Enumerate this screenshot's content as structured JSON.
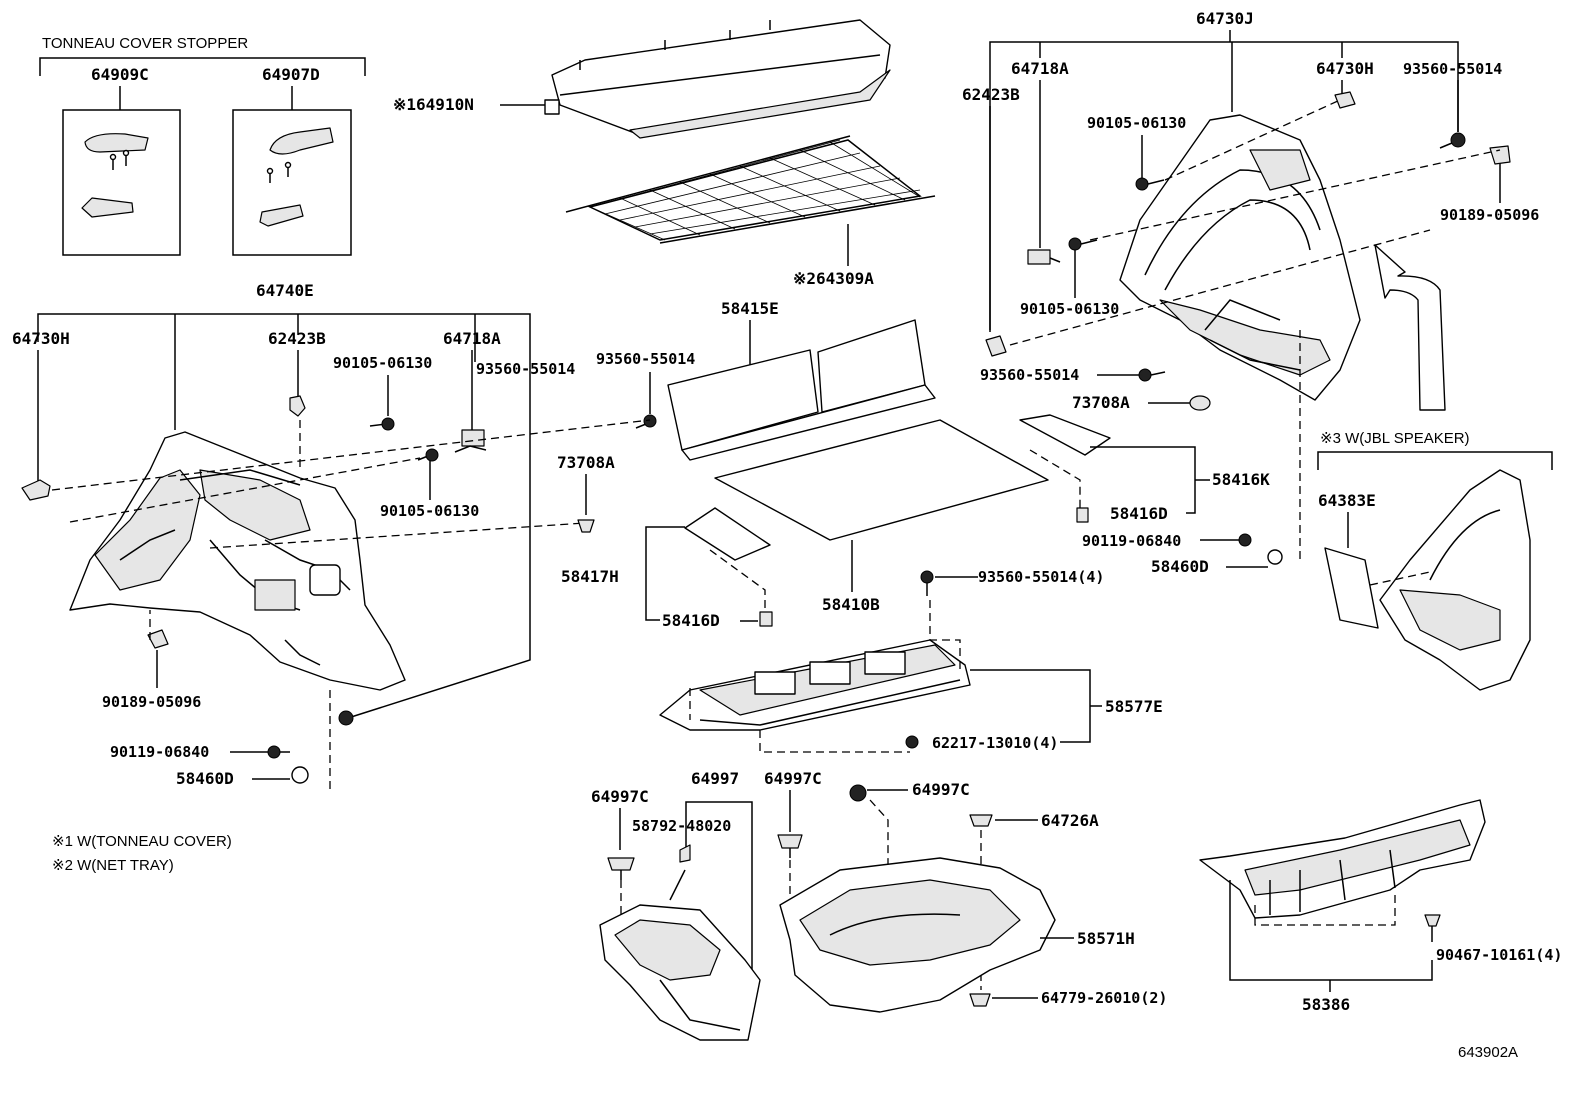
{
  "notes": {
    "tonneau_stopper": "TONNEAU COVER STOPPER",
    "note1": "※1 W(TONNEAU COVER)",
    "note2": "※2 W(NET TRAY)",
    "note3": "※3  W(JBL SPEAKER)",
    "diagram_id": "643902A"
  },
  "labels": {
    "p64909C": "64909C",
    "p64907D": "64907D",
    "p64910N": "※164910N",
    "p64309A": "※264309A",
    "p64740E": "64740E",
    "p64730H_left": "64730H",
    "p62423B_left": "62423B",
    "p64718A_left": "64718A",
    "p90105_l1": "90105-06130",
    "p93560_l1": "93560-55014",
    "p93560_mid": "93560-55014",
    "p90105_l2": "90105-06130",
    "p90189_left": "90189-05096",
    "p90119_left": "90119-06840",
    "p58460D_left": "58460D",
    "p58415E": "58415E",
    "p73708A_mid": "73708A",
    "p58417H": "58417H",
    "p58416D_mid": "58416D",
    "p58410B": "58410B",
    "p64730J": "64730J",
    "p64718A_right": "64718A",
    "p64730H_right": "64730H",
    "p93560_r1": "93560-55014",
    "p62423B_right": "62423B",
    "p90105_r1": "90105-06130",
    "p90105_r2": "90105-06130",
    "p90189_right": "90189-05096",
    "p93560_r2": "93560-55014",
    "p73708A_right": "73708A",
    "p58416K": "58416K",
    "p58416D_right": "58416D",
    "p90119_right": "90119-06840",
    "p58460D_right": "58460D",
    "p64383E": "64383E",
    "p93560_4": "93560-55014(4)",
    "p58577E": "58577E",
    "p62217": "62217-13010(4)",
    "p64997C_a": "64997C",
    "p64997": "64997",
    "p58792": "58792-48020",
    "p64997C_b": "64997C",
    "p64997C_c": "64997C",
    "p64726A": "64726A",
    "p58571H": "58571H",
    "p64779": "64779-26010(2)",
    "p90467": "90467-10161(4)",
    "p58386": "58386"
  }
}
